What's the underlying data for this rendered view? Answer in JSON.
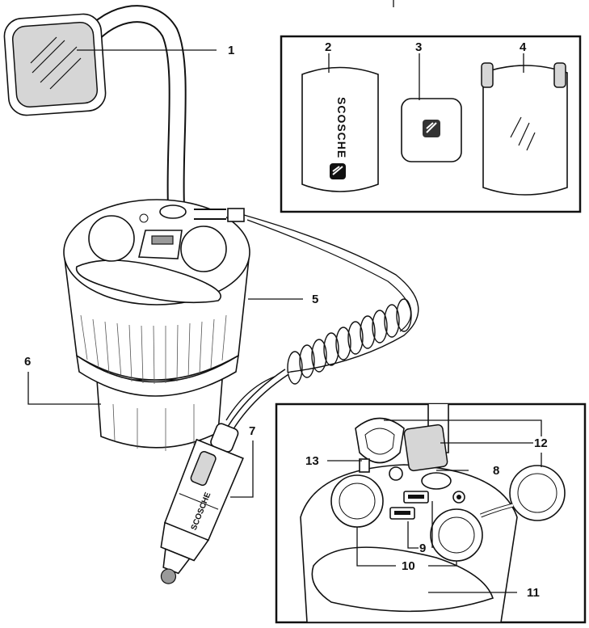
{
  "callouts": {
    "c1": "1",
    "c2": "2",
    "c3": "3",
    "c4": "4",
    "c5": "5",
    "c6": "6",
    "c7": "7",
    "c8": "8",
    "c9": "9",
    "c10": "10",
    "c11": "11",
    "c12": "12",
    "c13": "13"
  },
  "branding": {
    "plate_text": "SCOSCHE",
    "plug_text": "SCOSCHE"
  }
}
